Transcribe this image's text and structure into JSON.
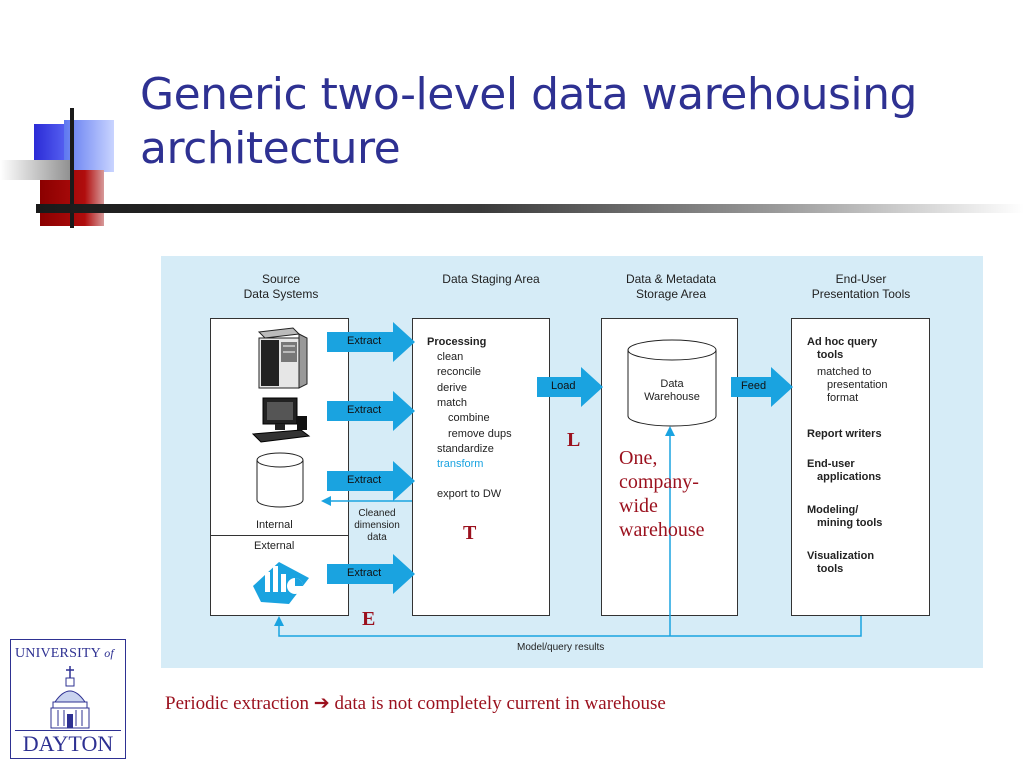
{
  "slide": {
    "title": "Generic two-level data warehousing architecture",
    "caption_left": "Periodic extraction",
    "caption_arrow": "➔",
    "caption_right": "data is not completely current in warehouse"
  },
  "diagram": {
    "col_source_1": "Source",
    "col_source_2": "Data Systems",
    "col_staging": "Data Staging Area",
    "col_storage_1": "Data & Metadata",
    "col_storage_2": "Storage Area",
    "col_enduser_1": "End-User",
    "col_enduser_2": "Presentation Tools",
    "internal_label": "Internal",
    "external_label": "External",
    "extract_label": "Extract",
    "load_label": "Load",
    "feed_label": "Feed",
    "cleaned_1": "Cleaned",
    "cleaned_2": "dimension",
    "cleaned_3": "data",
    "model_query": "Model/query results",
    "warehouse_1": "Data",
    "warehouse_2": "Warehouse",
    "processing": {
      "heading": "Processing",
      "steps": [
        "clean",
        "reconcile",
        "derive",
        "match",
        "combine",
        "remove dups",
        "standardize",
        "transform",
        "export to DW"
      ]
    },
    "tools": {
      "adhoc_1": "Ad hoc query",
      "adhoc_2": "tools",
      "adhoc_3": "matched to",
      "adhoc_4": "presentation",
      "adhoc_5": "format",
      "report": "Report writers",
      "enduser_1": "End-user",
      "enduser_2": "applications",
      "modeling_1": "Modeling/",
      "modeling_2": "mining tools",
      "viz_1": "Visualization",
      "viz_2": "tools"
    },
    "annotations": {
      "e": "E",
      "t": "T",
      "l": "L",
      "warehouse_note_1": "One,",
      "warehouse_note_2": "company-",
      "warehouse_note_3": "wide",
      "warehouse_note_4": "warehouse"
    }
  },
  "logo": {
    "line1": "UNIVERSITY",
    "of": "of",
    "line2": "DAYTON"
  },
  "colors": {
    "title": "#2e3192",
    "arrow": "#1aa3e0",
    "annotation": "#9b111e",
    "diagram_bg": "#d6ecf7",
    "transform": "#1aa3e0"
  }
}
